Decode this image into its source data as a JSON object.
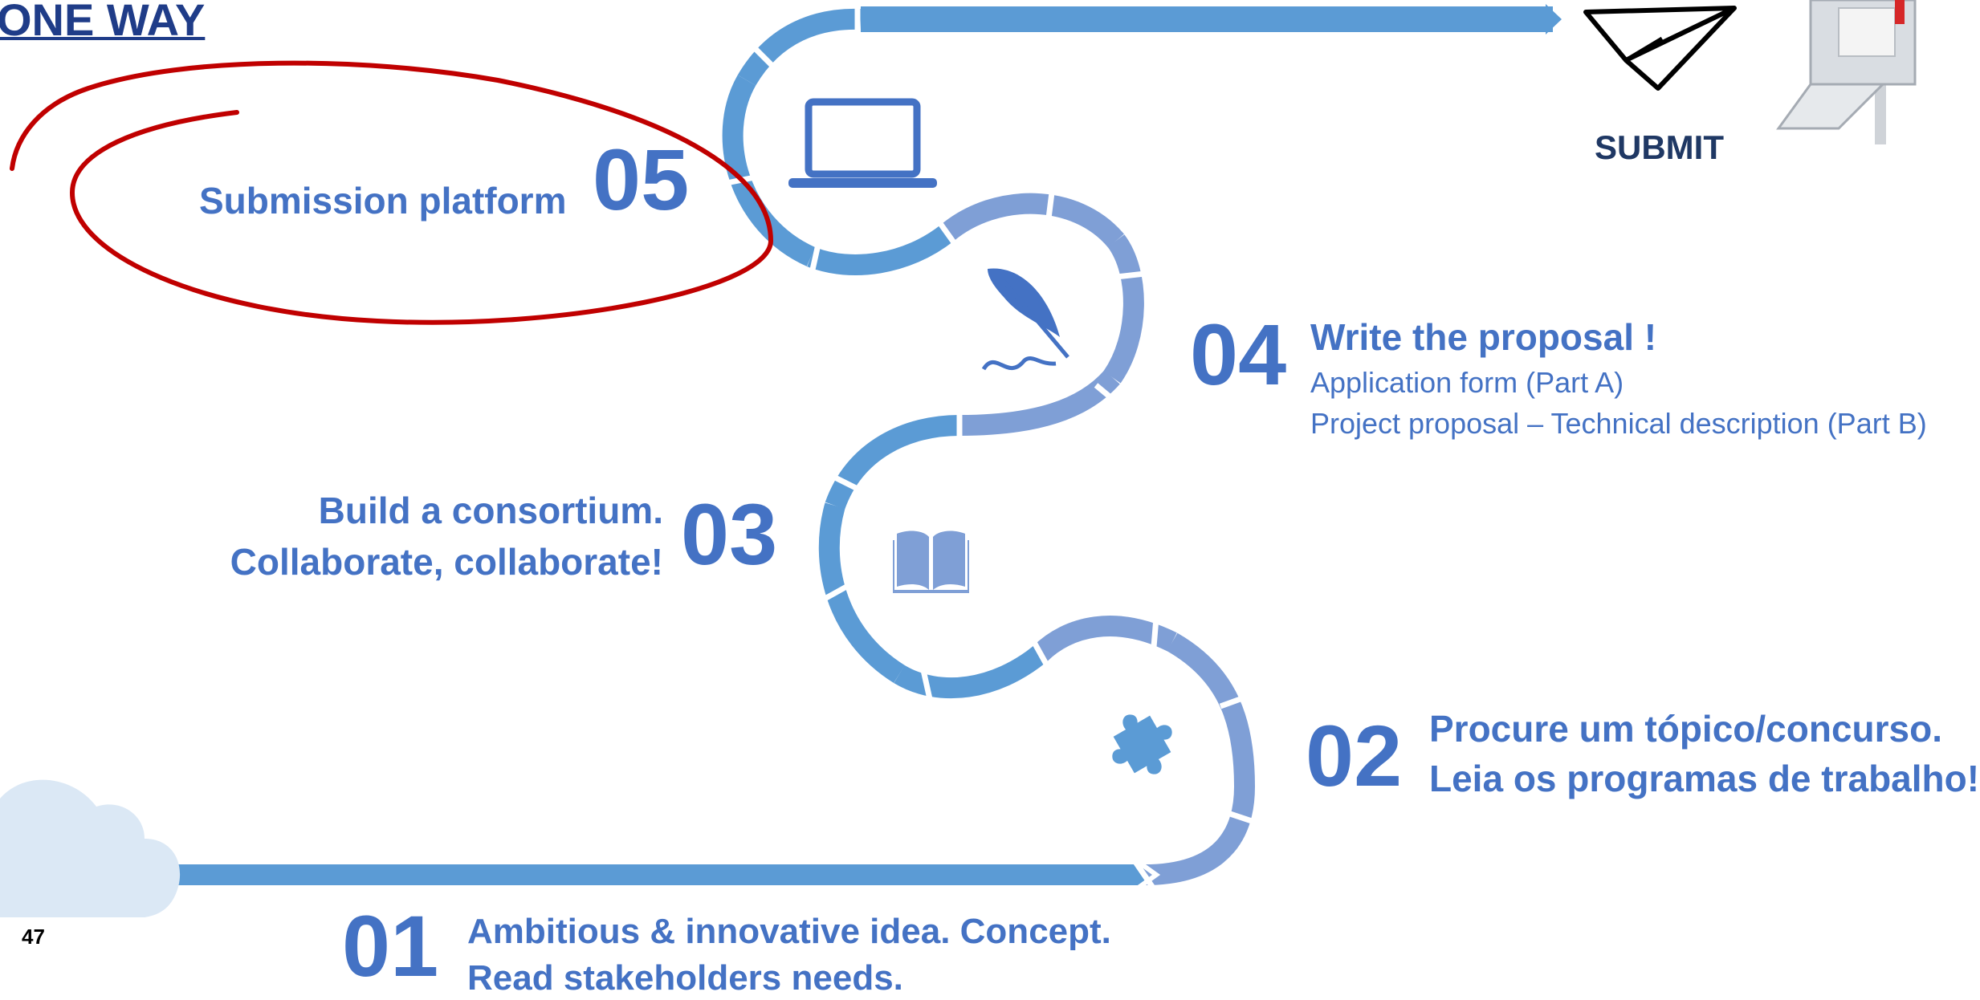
{
  "header": {
    "title": "ONE WAY"
  },
  "steps": [
    {
      "number": "01",
      "lines": [
        "Ambitious & innovative idea. Concept.",
        "Read stakeholders needs."
      ]
    },
    {
      "number": "02",
      "lines": [
        "Procure um tópico/concurso.",
        "Leia os programas de trabalho!"
      ]
    },
    {
      "number": "03",
      "lines": [
        "Build a consortium.",
        "Collaborate, collaborate!"
      ]
    },
    {
      "number": "04",
      "title": "Write the proposal !",
      "details": [
        "Application form (Part A)",
        "Project proposal – Technical description (Part B)"
      ]
    },
    {
      "number": "05",
      "title": "Submission platform"
    }
  ],
  "submit_label": "SUBMIT",
  "page_number": "47",
  "icons": [
    "puzzle-icon",
    "book-icon",
    "quill-icon",
    "laptop-icon",
    "paper-plane-icon",
    "mailbox-icon",
    "cloud-icon"
  ],
  "colors": {
    "road_dark": "#5b9bd5",
    "road_light": "#7f9fd6",
    "text": "#4472c4",
    "title": "#1f3c88",
    "annotation": "#c00000"
  }
}
